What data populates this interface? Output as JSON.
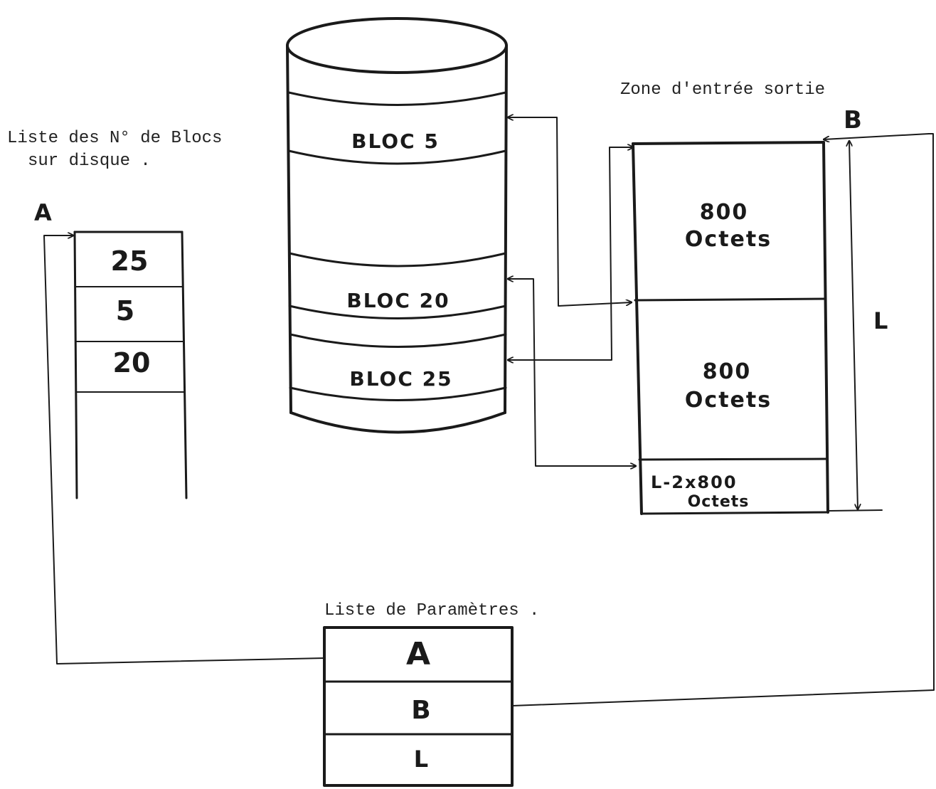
{
  "block_list": {
    "title_line1": "Liste des N° de Blocs",
    "title_line2": "sur disque .",
    "pointer_label": "A",
    "entries": [
      "25",
      "5",
      "20"
    ]
  },
  "disk": {
    "blocks": [
      "BLOC 5",
      "BLOC 20",
      "BLOC 25"
    ]
  },
  "io_zone": {
    "title": "Zone d'entrée sortie",
    "pointer_label": "B",
    "length_label": "L",
    "segment1": {
      "line1": "800",
      "line2": "Octets"
    },
    "segment2": {
      "line1": "800",
      "line2": "Octets"
    },
    "segment3": {
      "line1": "L-2x800",
      "line2": "Octets"
    }
  },
  "param_list": {
    "title": "Liste de Paramètres .",
    "entries": [
      "A",
      "B",
      "L"
    ]
  }
}
